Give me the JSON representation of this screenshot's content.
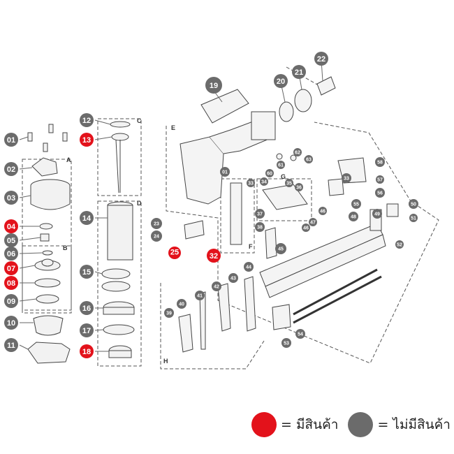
{
  "colors": {
    "in_stock": "#e3121b",
    "out_of_stock": "#6b6b6b",
    "line": "#444444"
  },
  "section_letters": [
    "A",
    "B",
    "C",
    "D",
    "E",
    "F",
    "G",
    "H"
  ],
  "callouts": [
    {
      "n": "01",
      "s": "out"
    },
    {
      "n": "02",
      "s": "out"
    },
    {
      "n": "03",
      "s": "out"
    },
    {
      "n": "04",
      "s": "in"
    },
    {
      "n": "05",
      "s": "out"
    },
    {
      "n": "06",
      "s": "out"
    },
    {
      "n": "07",
      "s": "in"
    },
    {
      "n": "08",
      "s": "in"
    },
    {
      "n": "09",
      "s": "out"
    },
    {
      "n": "10",
      "s": "out"
    },
    {
      "n": "11",
      "s": "out"
    },
    {
      "n": "12",
      "s": "out"
    },
    {
      "n": "13",
      "s": "in"
    },
    {
      "n": "14",
      "s": "out"
    },
    {
      "n": "15",
      "s": "out"
    },
    {
      "n": "16",
      "s": "out"
    },
    {
      "n": "17",
      "s": "out"
    },
    {
      "n": "18",
      "s": "in"
    },
    {
      "n": "19",
      "s": "out"
    },
    {
      "n": "20",
      "s": "out"
    },
    {
      "n": "21",
      "s": "out"
    },
    {
      "n": "22",
      "s": "out"
    },
    {
      "n": "23",
      "s": "out"
    },
    {
      "n": "24",
      "s": "out"
    },
    {
      "n": "25",
      "s": "in"
    },
    {
      "n": "32",
      "s": "in"
    },
    {
      "n": "33",
      "s": "out"
    },
    {
      "n": "33",
      "s": "out"
    },
    {
      "n": "34",
      "s": "out"
    },
    {
      "n": "35",
      "s": "out"
    },
    {
      "n": "36",
      "s": "out"
    },
    {
      "n": "37",
      "s": "out"
    },
    {
      "n": "38",
      "s": "out"
    },
    {
      "n": "39",
      "s": "out"
    },
    {
      "n": "40",
      "s": "out"
    },
    {
      "n": "41",
      "s": "out"
    },
    {
      "n": "42",
      "s": "out"
    },
    {
      "n": "43",
      "s": "out"
    },
    {
      "n": "44",
      "s": "out"
    },
    {
      "n": "45",
      "s": "out"
    },
    {
      "n": "46",
      "s": "out"
    },
    {
      "n": "46",
      "s": "out"
    },
    {
      "n": "47",
      "s": "out"
    },
    {
      "n": "48",
      "s": "out"
    },
    {
      "n": "49",
      "s": "out"
    },
    {
      "n": "50",
      "s": "out"
    },
    {
      "n": "51",
      "s": "out"
    },
    {
      "n": "52",
      "s": "out"
    },
    {
      "n": "53",
      "s": "out"
    },
    {
      "n": "54",
      "s": "out"
    },
    {
      "n": "55",
      "s": "out"
    },
    {
      "n": "56",
      "s": "out"
    },
    {
      "n": "57",
      "s": "out"
    },
    {
      "n": "58",
      "s": "out"
    },
    {
      "n": "60",
      "s": "out"
    },
    {
      "n": "61",
      "s": "out"
    },
    {
      "n": "62",
      "s": "out"
    },
    {
      "n": "63",
      "s": "out"
    },
    {
      "n": "01",
      "s": "out"
    }
  ],
  "legend": {
    "in_stock_label": "= มีสินค้า",
    "out_of_stock_label": "= ไม่มีสินค้า"
  }
}
